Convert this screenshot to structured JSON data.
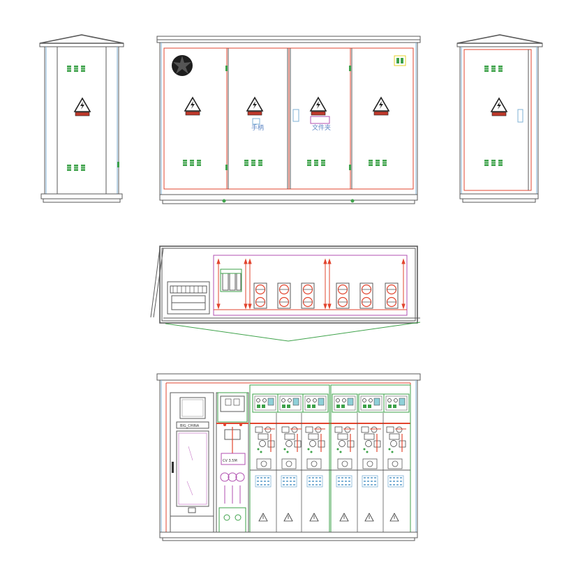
{
  "labels": {
    "hand_cart": "手柄",
    "docs_box": "文件夹",
    "meter_plate": "BIG_CHINA",
    "cable_tag": "CV 3.5M"
  },
  "colors": {
    "outline": "#5a5a5a",
    "frame": "#e2452f",
    "door_trim": "#7fb2d6",
    "vent": "#3ea24a",
    "panel_zone": "#b04fb0",
    "label_text": "#5e86c4"
  },
  "icons": [
    "high-voltage-warning-icon",
    "cooling-fan-icon",
    "vent-louver-icon",
    "door-handle-icon"
  ]
}
